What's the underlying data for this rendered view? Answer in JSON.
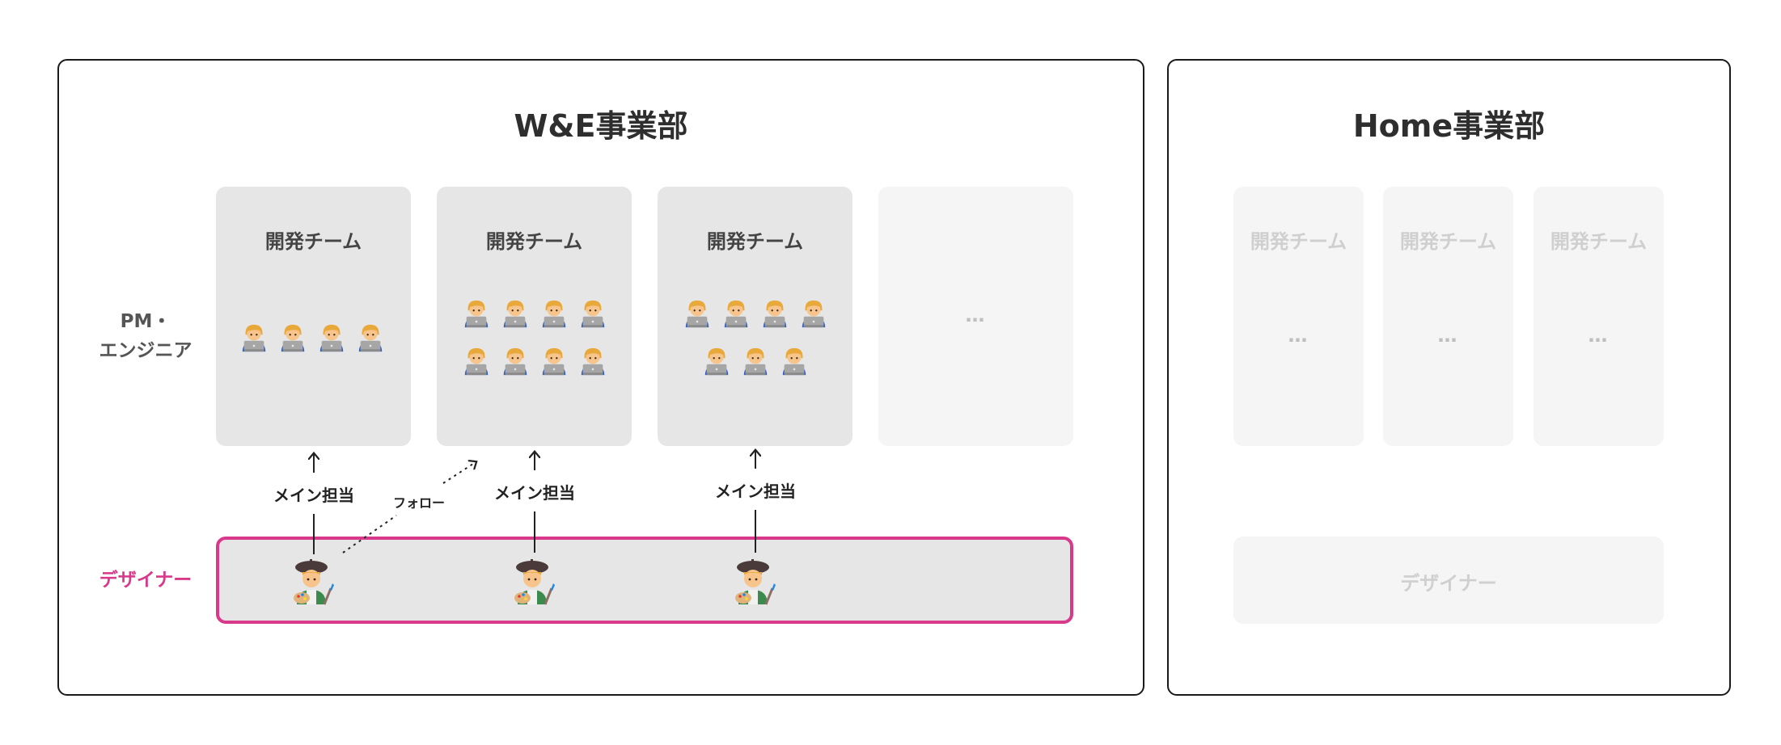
{
  "departments": {
    "we": {
      "title": "W&E事業部",
      "row_labels": {
        "pm_line1": "PM・",
        "pm_line2": "エンジニア",
        "designer": "デザイナー"
      },
      "teams": [
        {
          "title": "開発チーム",
          "members": 4
        },
        {
          "title": "開発チーム",
          "members": 8
        },
        {
          "title": "開発チーム",
          "members": 7
        }
      ],
      "more_placeholder": "…",
      "designers": 3,
      "relations": {
        "main": "メイン担当",
        "follow": "フォロー"
      }
    },
    "home": {
      "title": "Home事業部",
      "teams": [
        {
          "title": "開発チーム",
          "placeholder": "…"
        },
        {
          "title": "開発チーム",
          "placeholder": "…"
        },
        {
          "title": "開発チーム",
          "placeholder": "…"
        }
      ],
      "designer_label": "デザイナー"
    }
  },
  "colors": {
    "designer_accent": "#d9398b",
    "card_bg": "#e6e6e6",
    "faded_bg": "#f5f5f5"
  },
  "icons": {
    "engineer": "technologist-icon",
    "designer": "artist-icon"
  }
}
